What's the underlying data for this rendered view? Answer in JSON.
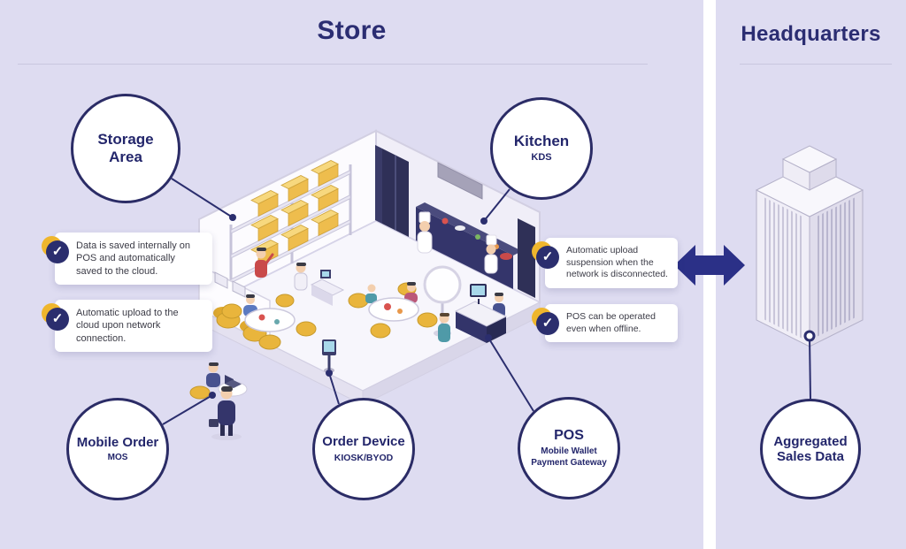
{
  "colors": {
    "navy": "#2b2e6e",
    "arrow_navy": "#2b3087",
    "gold": "#efb62d",
    "panel_background": "#dedcf1",
    "callout_background": "#ffffff"
  },
  "icons": {
    "check": "✓"
  },
  "store_panel": {
    "title": "Store",
    "nodes": {
      "storage": {
        "title": "Storage Area"
      },
      "kitchen": {
        "title": "Kitchen",
        "subtitle": "KDS"
      },
      "mobile_order": {
        "title": "Mobile Order",
        "subtitle": "MOS"
      },
      "order_device": {
        "title": "Order Device",
        "subtitle": "KIOSK/BYOD"
      },
      "pos": {
        "title": "POS",
        "subtitle": "Mobile Wallet Payment Gateway"
      }
    },
    "callouts": [
      {
        "text": "Data is saved internally on POS and automatically saved to the cloud."
      },
      {
        "text": "Automatic upload to the cloud upon network connection."
      },
      {
        "text": "Automatic upload suspension when the network is disconnected."
      },
      {
        "text": "POS can be operated even when offline."
      }
    ]
  },
  "hq_panel": {
    "title": "Headquarters",
    "nodes": {
      "aggregated": {
        "title": "Aggregated Sales Data"
      }
    }
  }
}
